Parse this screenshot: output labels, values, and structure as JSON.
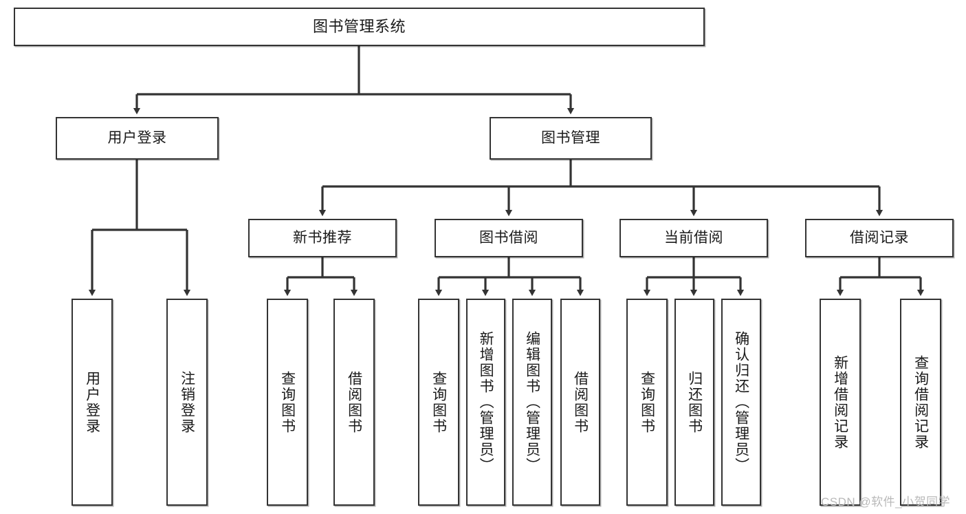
{
  "diagram": {
    "title": "图书管理系统",
    "type": "hierarchy-tree",
    "levels": 4,
    "colors": {
      "box_border": "#333333",
      "box_fill": "#ffffff",
      "edge": "#333333",
      "text": "#1a1a1a",
      "watermark": "#b9b9b9"
    }
  },
  "nodes": {
    "root": {
      "label": "图书管理系统"
    },
    "level1": [
      {
        "id": "user-login",
        "label": "用户登录"
      },
      {
        "id": "book-manage",
        "label": "图书管理"
      }
    ],
    "level2": [
      {
        "id": "new-book-recommend",
        "label": "新书推荐"
      },
      {
        "id": "book-borrow",
        "label": "图书借阅"
      },
      {
        "id": "current-borrow",
        "label": "当前借阅"
      },
      {
        "id": "borrow-record",
        "label": "借阅记录"
      }
    ],
    "leaves": {
      "user_login": [
        {
          "id": "leaf-user-login",
          "label": "用户登录"
        },
        {
          "id": "leaf-logout-login",
          "label": "注销登录"
        }
      ],
      "new_book_recommend": [
        {
          "id": "leaf-query-book-1",
          "label": "查询图书"
        },
        {
          "id": "leaf-borrow-book-1",
          "label": "借阅图书"
        }
      ],
      "book_borrow": [
        {
          "id": "leaf-query-book-2",
          "label": "查询图书"
        },
        {
          "id": "leaf-add-book-admin",
          "label": "新增图书（管理员）"
        },
        {
          "id": "leaf-edit-book-admin",
          "label": "编辑图书（管理员）"
        },
        {
          "id": "leaf-borrow-book-2",
          "label": "借阅图书"
        }
      ],
      "current_borrow": [
        {
          "id": "leaf-query-book-3",
          "label": "查询图书"
        },
        {
          "id": "leaf-return-book",
          "label": "归还图书"
        },
        {
          "id": "leaf-confirm-return-admin",
          "label": "确认归还（管理员）"
        }
      ],
      "borrow_record": [
        {
          "id": "leaf-add-borrow-record",
          "label": "新增借阅记录"
        },
        {
          "id": "leaf-query-borrow-record",
          "label": "查询借阅记录"
        }
      ]
    }
  },
  "watermark": {
    "text": "CSDN @软件_小贺同学"
  }
}
